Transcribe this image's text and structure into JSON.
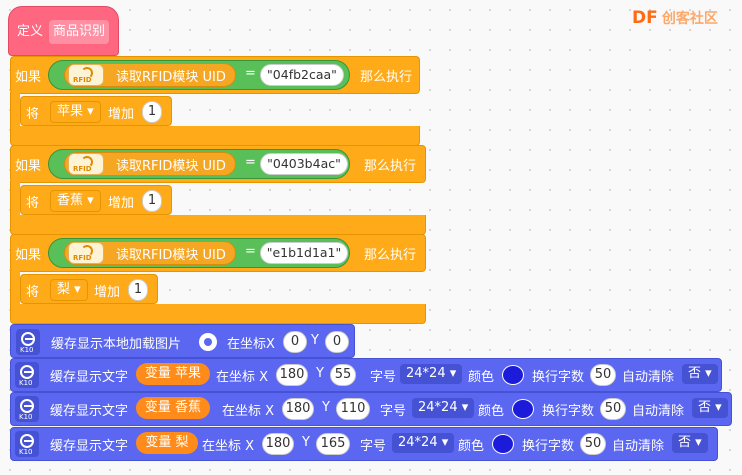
{
  "brand": {
    "logo_text": "DF",
    "logo_sub": "创客社区"
  },
  "define": {
    "label": "定义",
    "name": "商品识别"
  },
  "if_blocks": [
    {
      "if_label": "如果",
      "reader": "读取RFID模块 UID",
      "op": "=",
      "uid": "\"04fb2caa\"",
      "then_label": "那么执行",
      "action_label": "将",
      "var": "苹果",
      "increase_label": "增加",
      "amount": "1"
    },
    {
      "if_label": "如果",
      "reader": "读取RFID模块 UID",
      "op": "=",
      "uid": "\"0403b4ac\"",
      "then_label": "那么执行",
      "action_label": "将",
      "var": "香蕉",
      "increase_label": "增加",
      "amount": "1"
    },
    {
      "if_label": "如果",
      "reader": "读取RFID模块 UID",
      "op": "=",
      "uid": "\"e1b1d1a1\"",
      "then_label": "那么执行",
      "action_label": "将",
      "var": "梨",
      "increase_label": "增加",
      "amount": "1"
    }
  ],
  "rfid_icon_text": "RFID",
  "image_block": {
    "label": "缓存显示本地加载图片",
    "at_label": "在坐标X",
    "x": "0",
    "y_label": "Y",
    "y": "0",
    "badge": "K10"
  },
  "text_blocks": [
    {
      "label": "缓存显示文字",
      "var": "变量 苹果",
      "at_label": "在坐标 X",
      "x": "180",
      "y_label": "Y",
      "y": "55",
      "font_label": "字号",
      "font": "24*24",
      "color_label": "颜色",
      "wrap_label": "换行字数",
      "wrap": "50",
      "clear_label": "自动清除",
      "clear": "否",
      "badge": "K10",
      "color": "#1b1bd9"
    },
    {
      "label": "缓存显示文字",
      "var": "变量 香蕉",
      "at_label": "在坐标 X",
      "x": "180",
      "y_label": "Y",
      "y": "110",
      "font_label": "字号",
      "font": "24*24",
      "color_label": "颜色",
      "wrap_label": "换行字数",
      "wrap": "50",
      "clear_label": "自动清除",
      "clear": "否",
      "badge": "K10",
      "color": "#1b1bd9"
    },
    {
      "label": "缓存显示文字",
      "var": "变量 梨",
      "at_label": "在坐标 X",
      "x": "180",
      "y_label": "Y",
      "y": "165",
      "font_label": "字号",
      "font": "24*24",
      "color_label": "颜色",
      "wrap_label": "换行字数",
      "wrap": "50",
      "clear_label": "自动清除",
      "clear": "否",
      "badge": "K10",
      "color": "#1b1bd9"
    }
  ],
  "colors": {
    "events": "#ff6680",
    "control": "#ffab19",
    "sensor": "#59c059",
    "display": "#5b67f0",
    "variable": "#ff8c1a"
  }
}
